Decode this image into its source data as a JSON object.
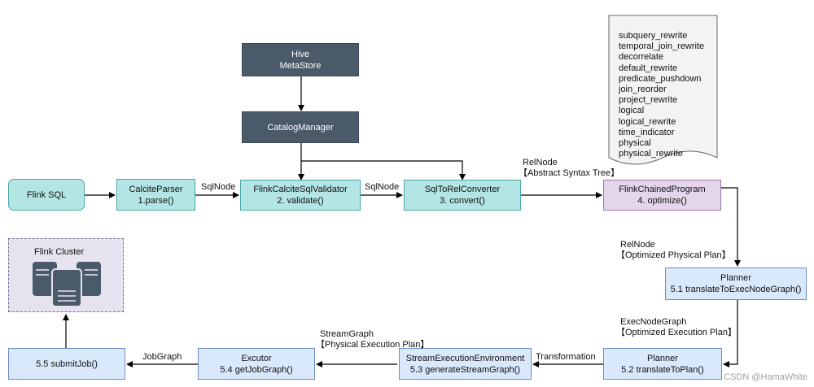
{
  "nodes": {
    "hive": {
      "line1": "Hive",
      "line2": "MetaStore"
    },
    "catalog_manager": {
      "label": "CatalogManager"
    },
    "flink_sql": {
      "label": "Flink SQL"
    },
    "calcite_parser": {
      "line1": "CalciteParser",
      "line2": "1.parse()"
    },
    "validator": {
      "line1": "FlinkCalciteSqlValidator",
      "line2": "2. validate()"
    },
    "converter": {
      "line1": "SqlToRelConverter",
      "line2": "3. convert()"
    },
    "chained_program": {
      "line1": "FlinkChainedProgram",
      "line2": "4. optimize()"
    },
    "planner_exec": {
      "line1": "Planner",
      "line2": "5.1 translateToExecNodeGraph()"
    },
    "planner_plan": {
      "line1": "Planner",
      "line2": "5.2 translateToPlan()"
    },
    "stream_env": {
      "line1": "StreamExecutionEnvironment",
      "line2": "5.3 generateStreamGraph()"
    },
    "excutor": {
      "line1": "Excutor",
      "line2": "5.4 getJobGraph()"
    },
    "submit_job": {
      "label": "5.5 submitJob()"
    },
    "flink_cluster": {
      "label": "Flink Cluster"
    }
  },
  "edge_labels": {
    "sqlnode_1": "SqlNode",
    "sqlnode_2": "SqlNode",
    "relnode_ast_1": "RelNode",
    "relnode_ast_2": "【Abstract Syntax Tree】",
    "relnode_opt_1": "RelNode",
    "relnode_opt_2": "【Optimized Physical Plan】",
    "execnode_1": "ExecNodeGraph",
    "execnode_2": "【Optimized Execution Plan】",
    "transformation": "Transformation",
    "streamgraph_1": "StreamGraph",
    "streamgraph_2": "【Physical Execution Plan】",
    "jobgraph": "JobGraph"
  },
  "optimizer_programs": [
    "subquery_rewrite",
    "temporal_join_rewrite",
    "decorrelate",
    "default_rewrite",
    "predicate_pushdown",
    "join_reorder",
    "project_rewrite",
    "logical",
    "logical_rewrite",
    "time_indicator",
    "physical",
    "physical_rewrite"
  ],
  "watermark": "CSDN @HamaWhite",
  "colors": {
    "dark": "#4a5a69",
    "teal": "#b2e5e3",
    "purple": "#e4d5ea",
    "blue": "#d9e8fb",
    "cluster": "#e6e2ee"
  },
  "icons": {
    "cluster": "server-stack-icon"
  }
}
